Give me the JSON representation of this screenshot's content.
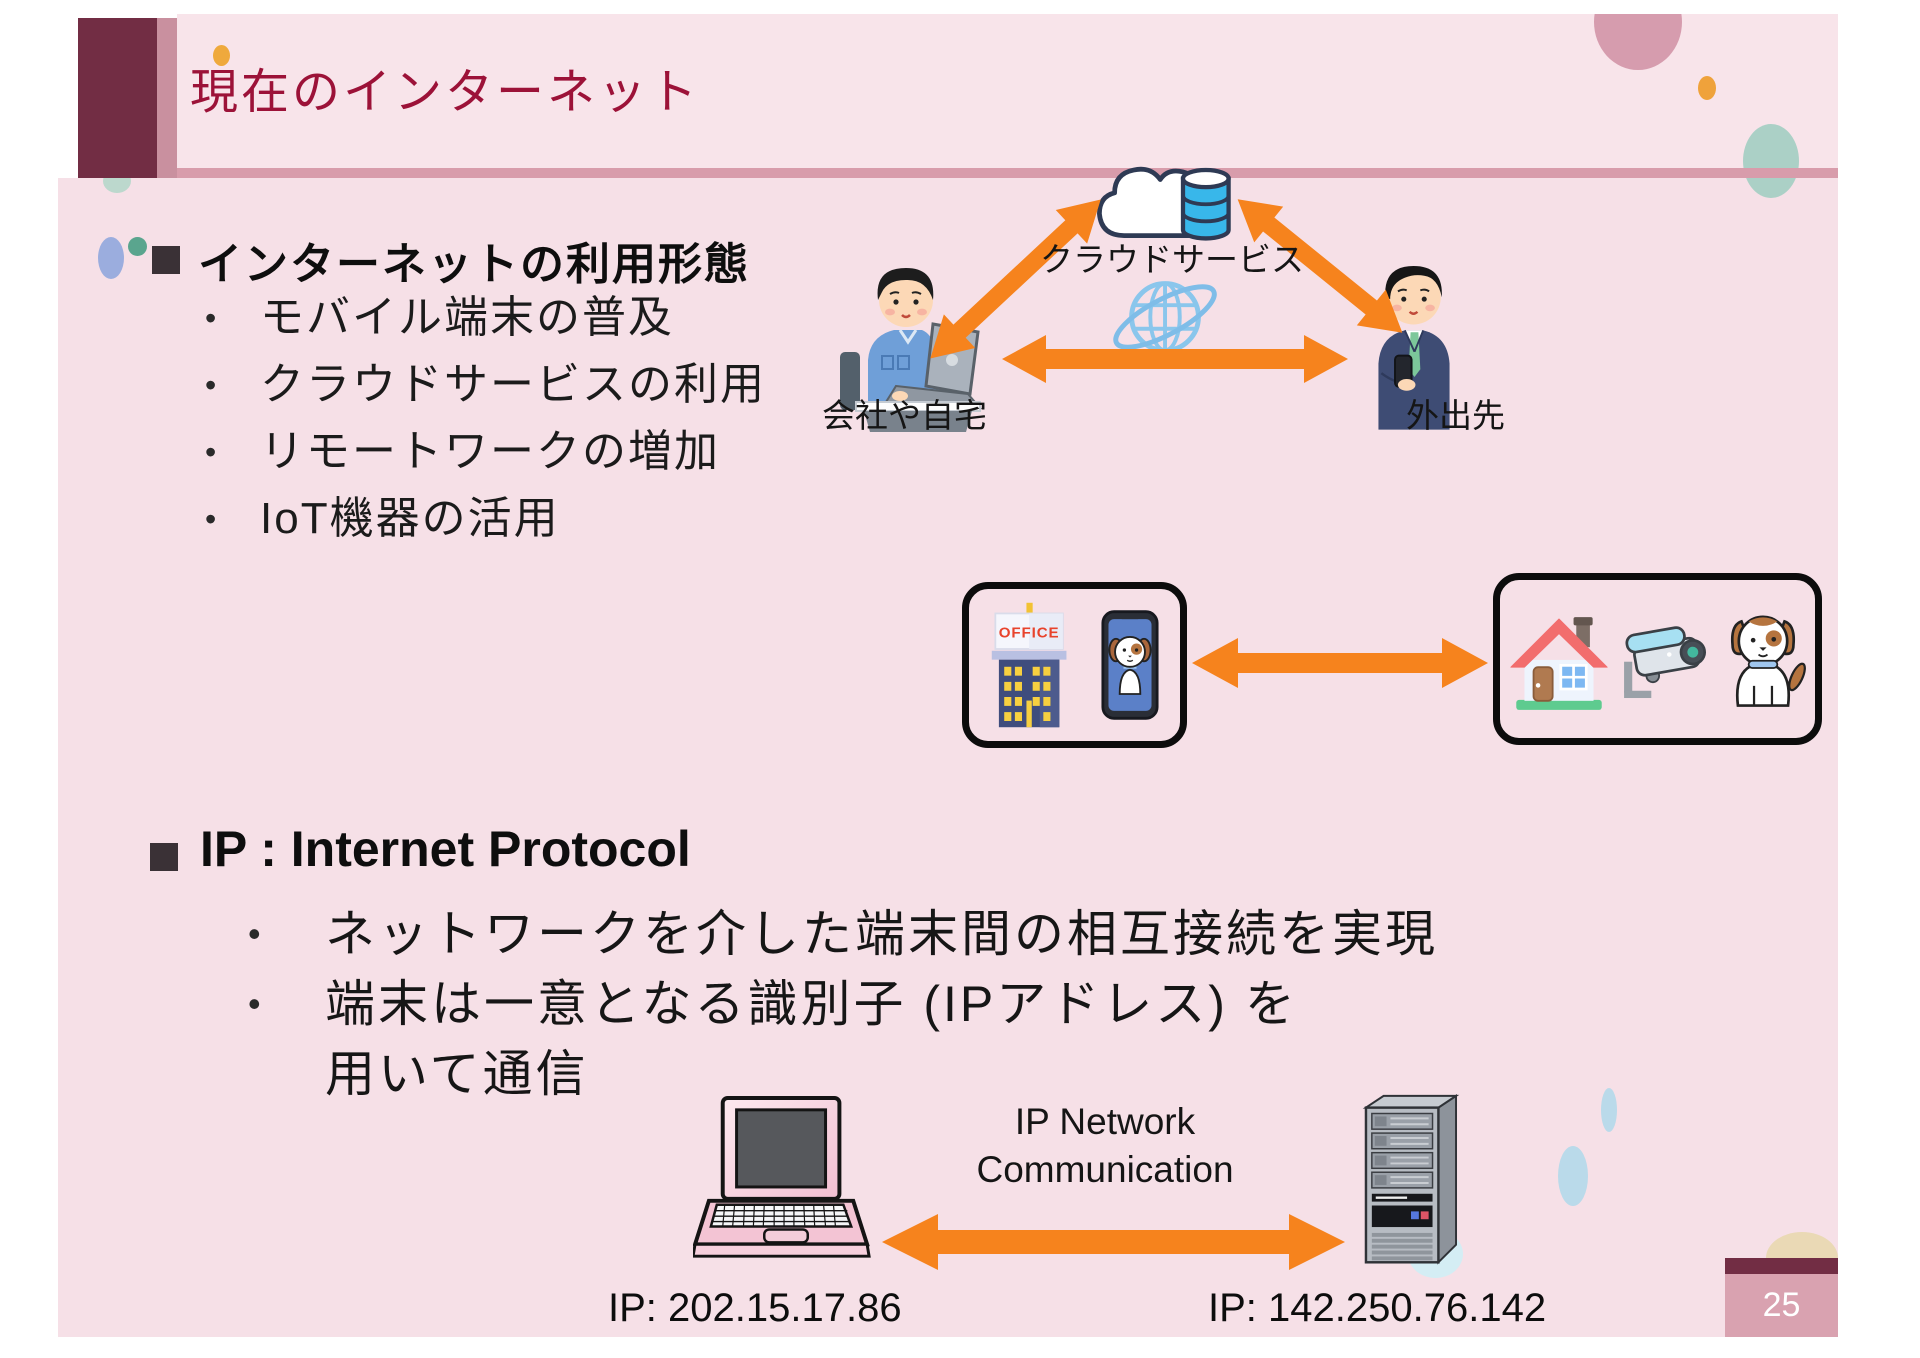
{
  "bullet_char": "•",
  "slide": {
    "title": "現在のインターネット",
    "page_number": "25",
    "section_usage": {
      "heading": "インターネットの利用形態",
      "bullets": [
        "モバイル端末の普及",
        "クラウドサービスの利用",
        "リモートワークの増加",
        "IoT機器の活用"
      ]
    },
    "cloud_diagram": {
      "cloud_label": "クラウドサービス",
      "left_label": "会社や自宅",
      "right_label": "外出先",
      "office_sign": "OFFICE"
    },
    "section_ip": {
      "heading": "IP : Internet Protocol",
      "bullets": [
        "ネットワークを介した端末間の相互接続を実現",
        "端末は一意となる識別子 (IPアドレス) を",
        "用いて通信"
      ]
    },
    "ip_diagram": {
      "label_line1": "IP Network",
      "label_line2": "Communication",
      "laptop_ip": "IP: 202.15.17.86",
      "server_ip": "IP: 142.250.76.142"
    },
    "colors": {
      "accent_maroon": "#722d44",
      "title_text": "#9c1238",
      "arrow_orange": "#f6831d",
      "slide_bg": "#f6e0e7"
    }
  }
}
